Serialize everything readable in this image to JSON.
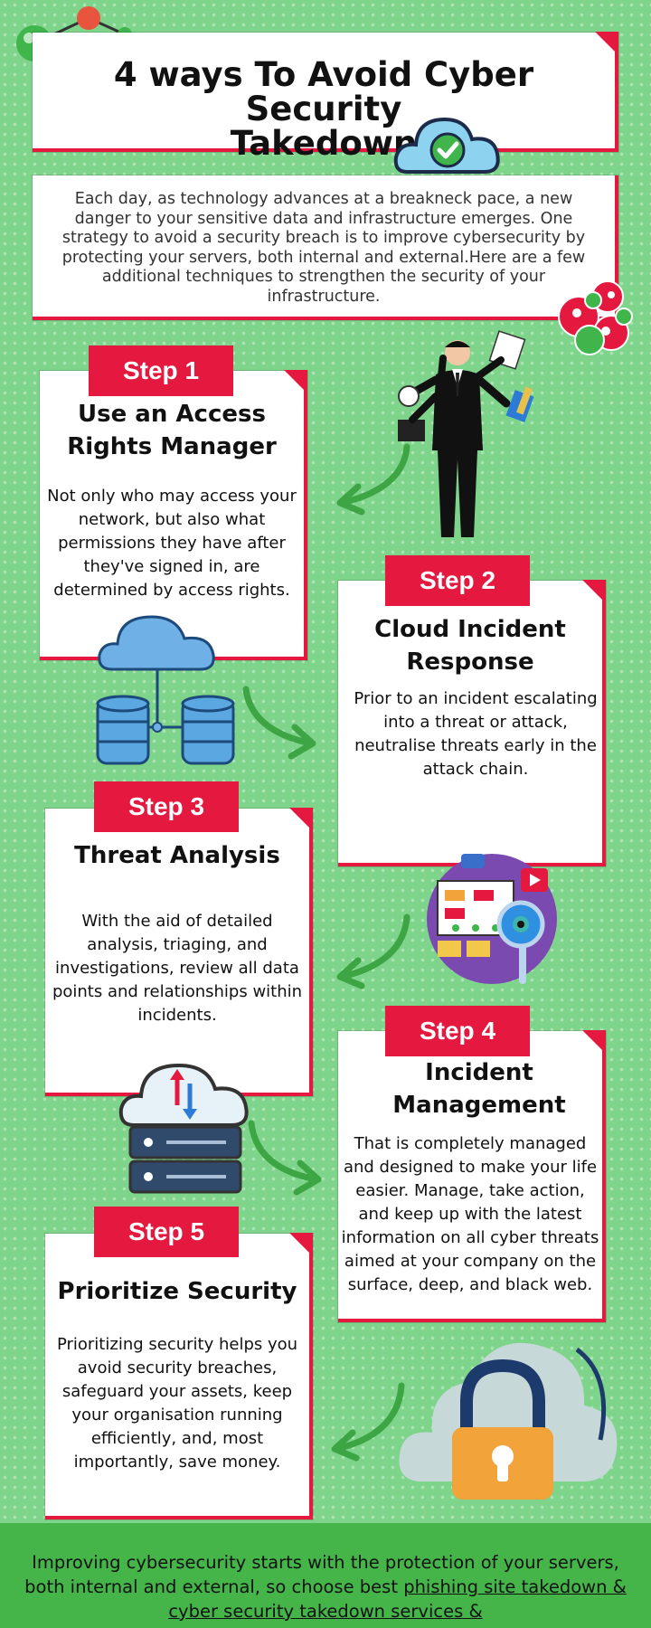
{
  "header": {
    "title_line1": "4 ways To Avoid Cyber Security",
    "title_line2": "Takedown"
  },
  "intro": {
    "text": "Each day, as technology advances at a breakneck pace, a new danger to your sensitive data and infrastructure emerges. One strategy to avoid a security breach is to improve cybersecurity by protecting your servers, both internal and external.Here are a few additional techniques to strengthen the security of your infrastructure."
  },
  "steps": [
    {
      "tag": "Step 1",
      "title": "Use an Access Rights Manager",
      "text": "Not only who may access your network, but also what permissions they have after they've signed in, are determined by access rights."
    },
    {
      "tag": "Step 2",
      "title": "Cloud Incident Response",
      "text": "Prior to an incident escalating into a threat or attack, neutralise threats early in the attack chain."
    },
    {
      "tag": "Step 3",
      "title": "Threat Analysis",
      "text": "With the aid of detailed analysis, triaging, and investigations, review all data points and relationships within incidents."
    },
    {
      "tag": "Step 4",
      "title": "Incident Management",
      "text": "That is completely managed and designed to make your life easier. Manage, take action, and keep up with the latest information on all cyber threats aimed at your company on the surface, deep, and black web."
    },
    {
      "tag": "Step 5",
      "title": "Prioritize Security",
      "text": "Prioritizing security helps you avoid security breaches, safeguard your assets, keep your organisation running efficiently, and, most importantly, save money."
    }
  ],
  "footer": {
    "text": "Improving cybersecurity starts with the protection of your servers, both internal and external, so choose best",
    "link": "phishing site takedown & cyber security takedown services &"
  },
  "colors": {
    "background": "#7fd48b",
    "accent_red": "#e5193f",
    "footer_green": "#45b54a",
    "arrow_green": "#3da544"
  }
}
